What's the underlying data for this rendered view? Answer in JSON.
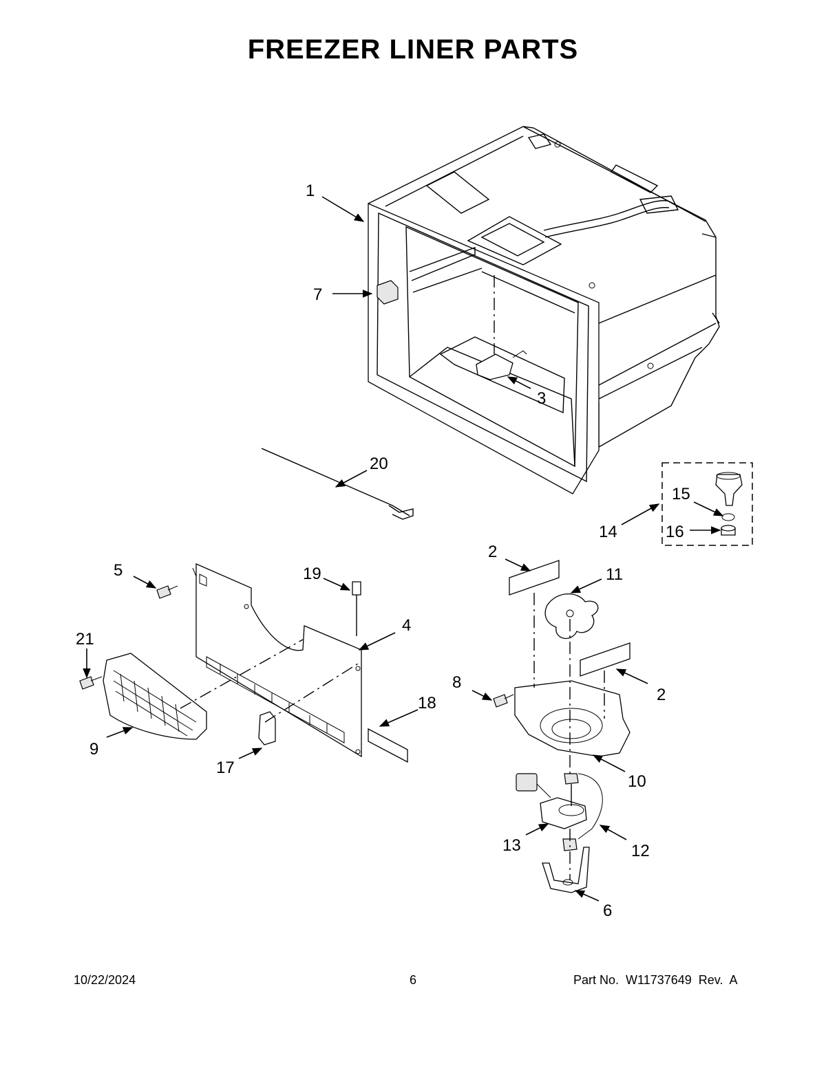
{
  "title": "FREEZER LINER PARTS",
  "callouts": [
    "1",
    "2",
    "2",
    "3",
    "4",
    "5",
    "6",
    "7",
    "8",
    "9",
    "10",
    "11",
    "12",
    "13",
    "14",
    "15",
    "16",
    "17",
    "18",
    "19",
    "20",
    "21"
  ],
  "footer": {
    "date": "10/22/2024",
    "page": "6",
    "part_label": "Part No.  W11737649  Rev.  A"
  }
}
